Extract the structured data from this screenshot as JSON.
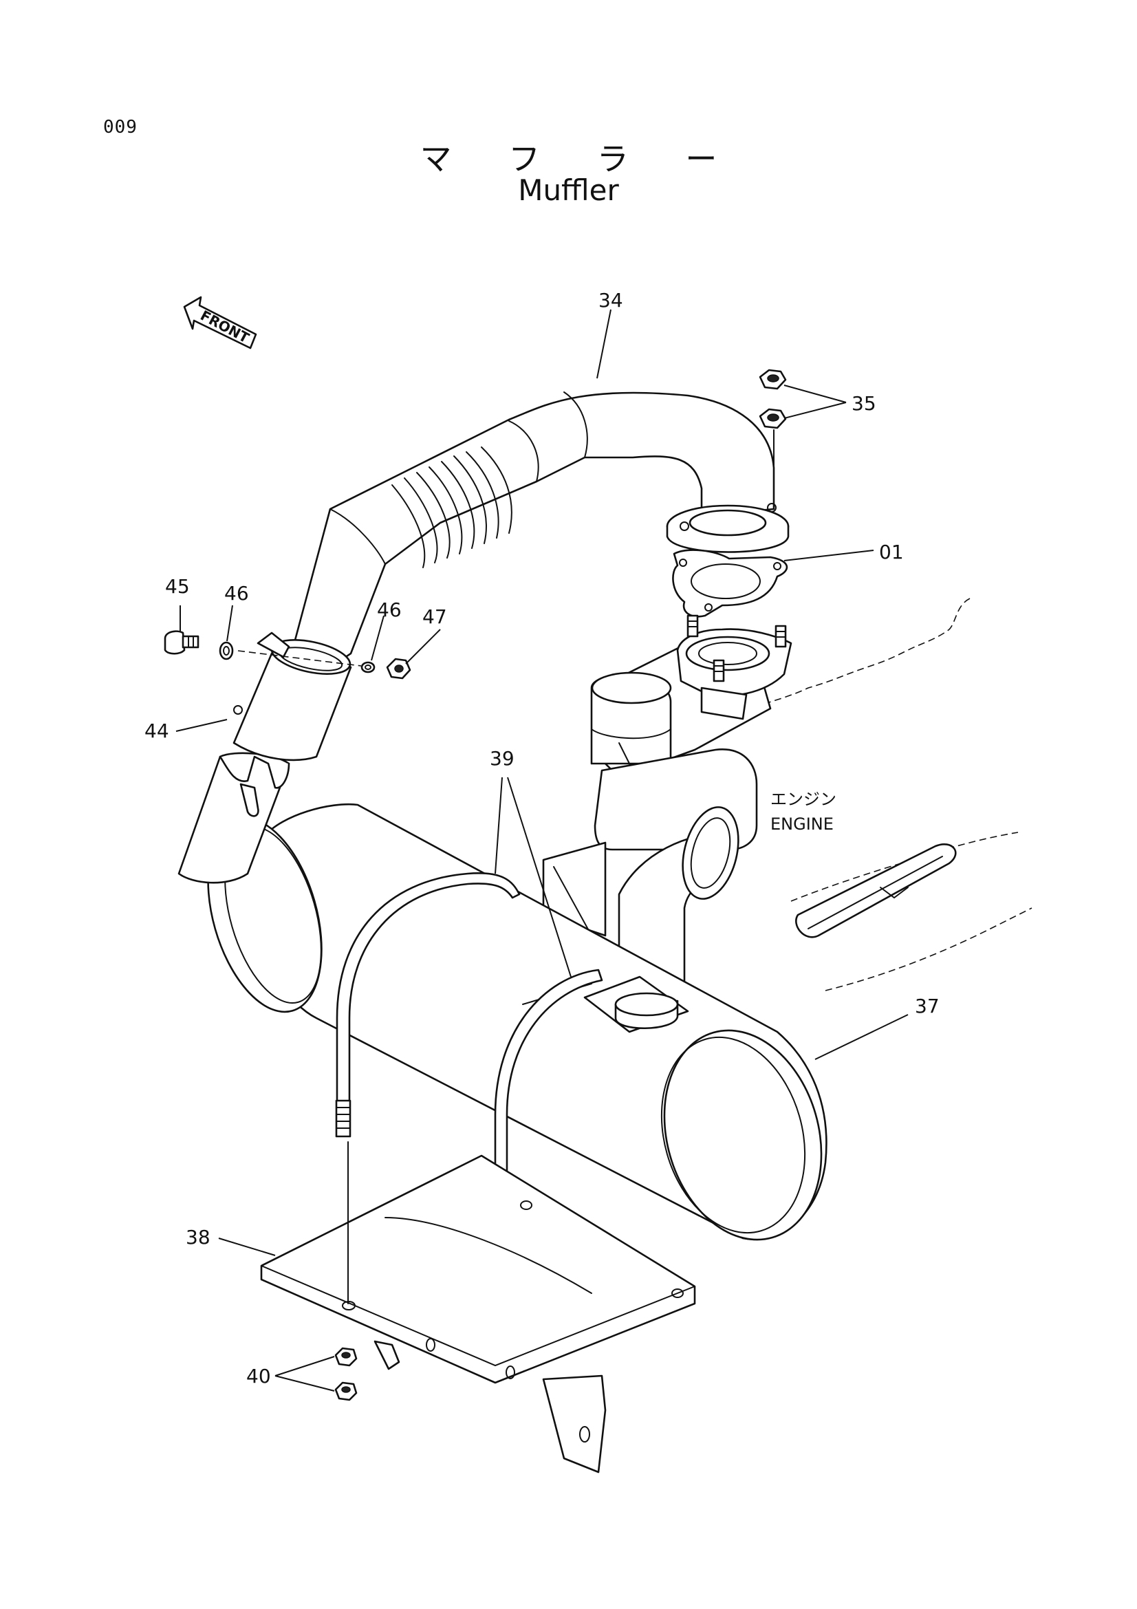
{
  "page_number": "009",
  "title_ja": "マ フ ラ ー",
  "title_en": "Muffler",
  "direction_label": "FRONT",
  "engine_label_ja": "エンジン",
  "engine_label_en": "ENGINE",
  "callouts": {
    "exhaust_pipe": "34",
    "nuts_upper": "35",
    "gasket": "01",
    "bolt": "45",
    "washer_left": "46",
    "washer_right": "46",
    "nut_clamp": "47",
    "clamp": "44",
    "u_bolts": "39",
    "muffler": "37",
    "bracket": "38",
    "nuts_lower": "40"
  }
}
